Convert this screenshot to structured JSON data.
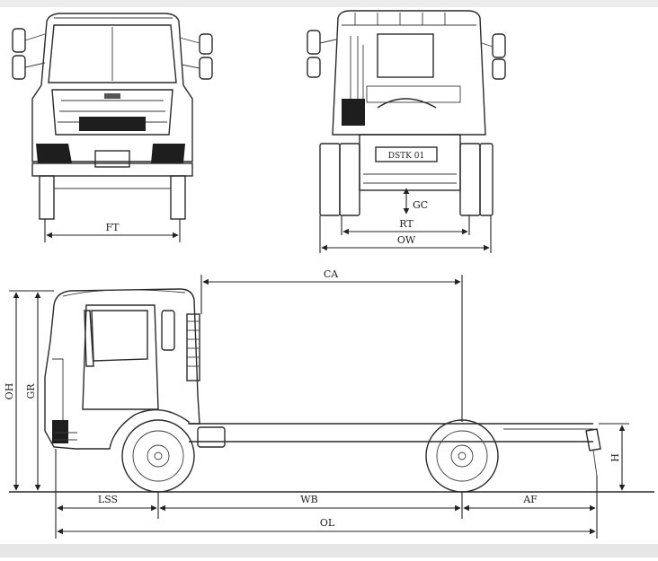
{
  "front_view": {
    "dimension_ft": "FT"
  },
  "rear_view": {
    "dimension_rt": "RT",
    "dimension_ow": "OW",
    "dimension_gc": "GC",
    "plate_text": "DSTK 01"
  },
  "side_view": {
    "dimension_ca": "CA",
    "dimension_oh": "OH",
    "dimension_gr": "GR",
    "dimension_lssb": "LSS",
    "dimension_wb": "WB",
    "dimension_af": "AF",
    "dimension_ol": "OL",
    "dimension_h": "H"
  }
}
